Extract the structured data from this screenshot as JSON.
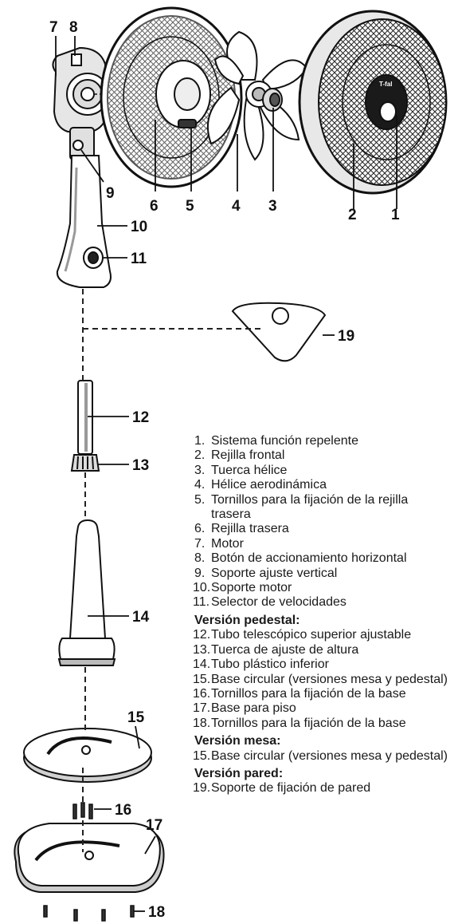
{
  "callouts": {
    "n1": "1",
    "n2": "2",
    "n3": "3",
    "n4": "4",
    "n5": "5",
    "n6": "6",
    "n7": "7",
    "n8": "8",
    "n9": "9",
    "n10": "10",
    "n11": "11",
    "n12": "12",
    "n13": "13",
    "n14": "14",
    "n15": "15",
    "n16": "16",
    "n17": "17",
    "n18": "18",
    "n19": "19"
  },
  "brand": "T-fal",
  "legend": {
    "main": [
      {
        "num": "1.",
        "text": "Sistema función repelente"
      },
      {
        "num": "2.",
        "text": "Rejilla frontal"
      },
      {
        "num": "3.",
        "text": "Tuerca hélice"
      },
      {
        "num": "4.",
        "text": "Hélice aerodinámica"
      },
      {
        "num": "5.",
        "text": "Tornillos para la fijación de la rejilla trasera"
      },
      {
        "num": "6.",
        "text": "Rejilla trasera"
      },
      {
        "num": "7.",
        "text": "Motor"
      },
      {
        "num": "8.",
        "text": "Botón de accionamiento horizontal"
      },
      {
        "num": "9.",
        "text": "Soporte ajuste vertical"
      },
      {
        "num": "10.",
        "text": "Soporte motor"
      },
      {
        "num": "11.",
        "text": "Selector de velocidades"
      }
    ],
    "pedestal_heading": "Versión pedestal:",
    "pedestal": [
      {
        "num": "12.",
        "text": "Tubo telescópico superior ajustable"
      },
      {
        "num": "13.",
        "text": "Tuerca de ajuste de altura"
      },
      {
        "num": "14.",
        "text": "Tubo plástico inferior"
      },
      {
        "num": "15.",
        "text": "Base circular (versiones mesa y pedestal)"
      },
      {
        "num": "16.",
        "text": "Tornillos para la fijación de la base"
      },
      {
        "num": "17.",
        "text": "Base para piso"
      },
      {
        "num": "18.",
        "text": "Tornillos para la fijación de la base"
      }
    ],
    "mesa_heading": "Versión mesa:",
    "mesa": [
      {
        "num": "15.",
        "text": "Base circular (versiones mesa y pedestal)"
      }
    ],
    "pared_heading": "Versión  pared:",
    "pared": [
      {
        "num": "19.",
        "text": "Soporte de fijación de pared"
      }
    ]
  },
  "colors": {
    "line": "#111111",
    "fill": "#ffffff",
    "shade": "#b8b8b8",
    "dark": "#333333"
  }
}
